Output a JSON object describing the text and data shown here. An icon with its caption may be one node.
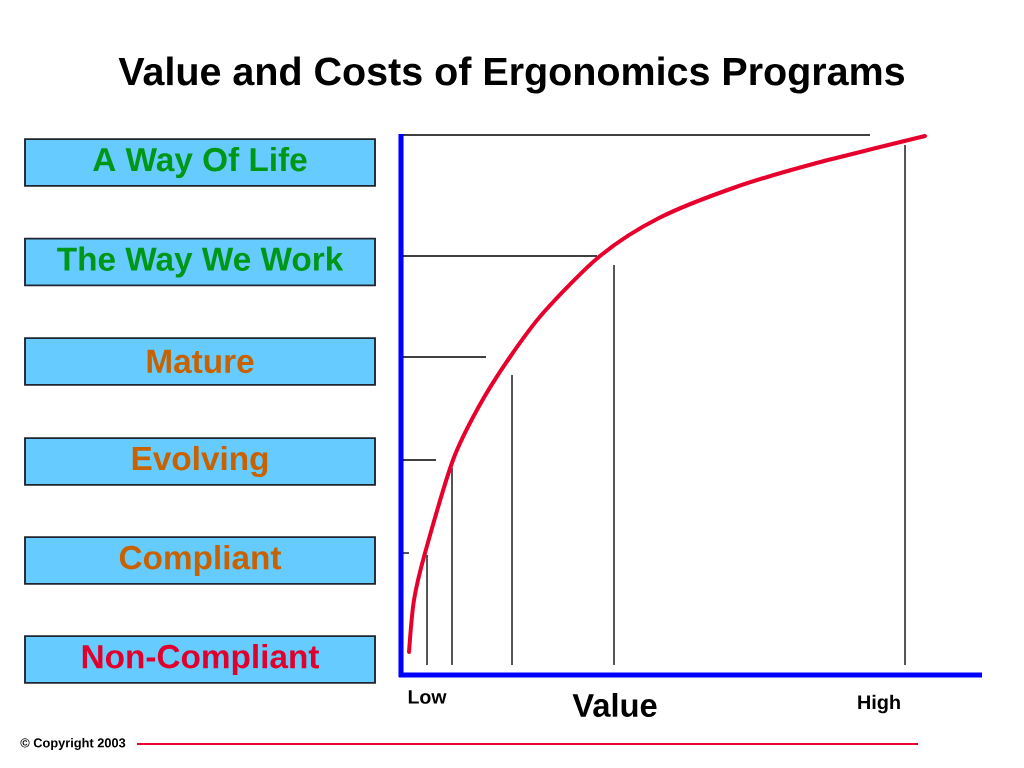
{
  "diagram": {
    "title": "Value and Costs of Ergonomics Programs",
    "nodes": [
      {
        "text": [
          "A Way Of Life"
        ]
      },
      {
        "text": [
          "The Way We Work"
        ]
      },
      {
        "text": [
          "Mature"
        ]
      },
      {
        "text": [
          "Evolving"
        ]
      },
      {
        "text": [
          "Compliant"
        ]
      },
      {
        "text": [
          "Non-Compliant"
        ]
      }
    ],
    "labels": [
      "Low",
      "Value",
      "High",
      "© Copyright 2003"
    ]
  }
}
